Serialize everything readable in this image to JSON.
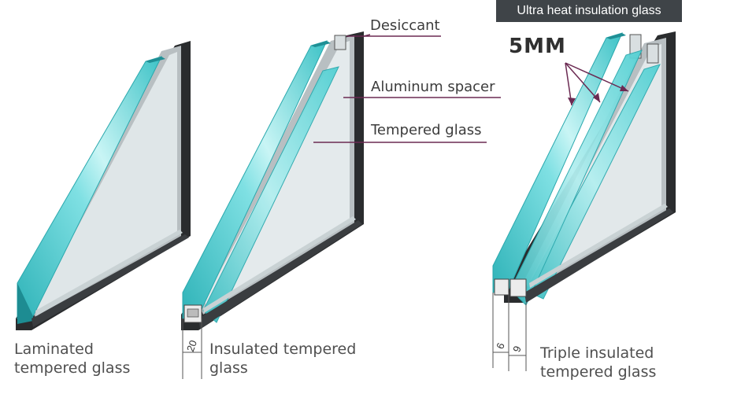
{
  "header": {
    "badge_text": "Ultra heat insulation glass",
    "top_fragment": ""
  },
  "callouts": {
    "desiccant": "Desiccant",
    "aluminum_spacer": "Aluminum spacer",
    "tempered_glass": "Tempered glass",
    "thickness": "5MM"
  },
  "panels": [
    {
      "caption_line1": "Laminated",
      "caption_line2": "tempered glass"
    },
    {
      "caption_line1": "Insulated tempered",
      "caption_line2": "glass",
      "gap_label": "20"
    },
    {
      "caption_line1": "Triple insulated",
      "caption_line2": "tempered glass",
      "gap_label_1": "6",
      "gap_label_2": "9"
    }
  ],
  "colors": {
    "glass_face": "#3fc4c7",
    "glass_light": "#a6eef0",
    "frame": "#2a2c2e",
    "callout_line": "#6b2a52",
    "badge_bg": "#3f4448"
  }
}
